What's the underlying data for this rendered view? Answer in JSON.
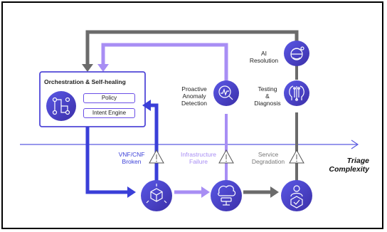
{
  "orchestration": {
    "title": "Orchestration & Self-healing",
    "policy": "Policy",
    "intent_engine": "Intent Engine"
  },
  "labels": {
    "ai_resolution": [
      "AI",
      "Resolution"
    ],
    "proactive": [
      "Proactive",
      "Anomaly",
      "Detection"
    ],
    "testing": [
      "Testing",
      "&",
      "Diagnosis"
    ]
  },
  "failures": {
    "vnf": [
      "VNF/CNF",
      "Broken"
    ],
    "infra": [
      "Infrastructure",
      "Failure"
    ],
    "service": [
      "Service",
      "Degradation"
    ]
  },
  "axis": {
    "label": [
      "Triage",
      "Complexity"
    ]
  },
  "colors": {
    "blue": "#3a3fd8",
    "violet": "#a88ef4",
    "gray": "#6b6b6b",
    "icon_bg": "#4b3fc9"
  },
  "icons": [
    "orchestration-icon",
    "ai-resolution-icon",
    "anomaly-detection-icon",
    "testing-diagnosis-icon",
    "vnf-icon",
    "infrastructure-icon",
    "service-icon"
  ]
}
